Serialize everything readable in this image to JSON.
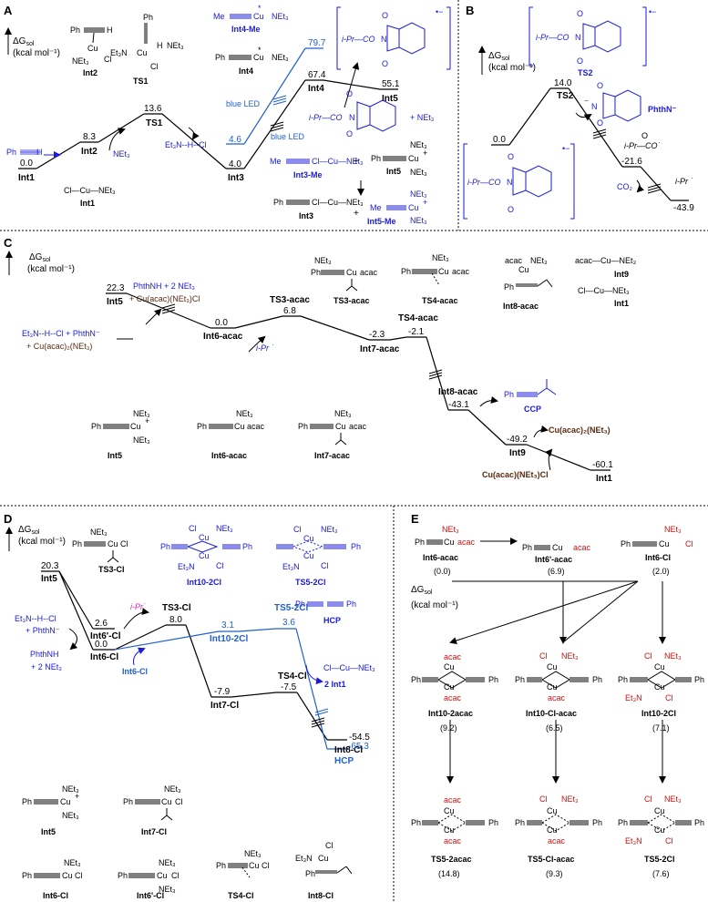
{
  "colors": {
    "black": "#000000",
    "blue": "#1a1ad9",
    "blue2": "#1f5fd0",
    "brown": "#5a2a10",
    "red": "#d01010",
    "magenta": "#e020c0"
  },
  "panelA": {
    "letter": "A",
    "axis": {
      "line1": "ΔG",
      "sub": "sol",
      "line2": "(kcal mol⁻¹)"
    },
    "levels": {
      "int1": {
        "v": "0.0",
        "n": "Int1"
      },
      "int2": {
        "v": "8.3",
        "n": "Int2"
      },
      "ts1": {
        "v": "13.6",
        "n": "TS1"
      },
      "int3": {
        "v": "4.0",
        "n": "Int3"
      },
      "int3me": {
        "v": "4.6",
        "n": "Int3-Me"
      },
      "int4": {
        "v": "67.4",
        "n": "Int4"
      },
      "int4me": {
        "v": "79.7",
        "n": "Int4-Me"
      },
      "int5": {
        "v": "55.1",
        "n": "Int5"
      }
    },
    "labels": {
      "phenylacetylene": "Ph",
      "h": "H",
      "net3": "NEt₃",
      "et3nhcl": "Et₃N--H--Cl",
      "blueLed": "blue LED",
      "iprco": "i-Pr—CO",
      "plusNet3": "+ NEt₃",
      "clcunet3": "Cl—Cu—NEt₃",
      "int1": "Int1",
      "int2": "Int2",
      "ts1": "TS1",
      "int3me": "Int3-Me",
      "int3": "Int3",
      "int4me": "Int4-Me",
      "int4": "Int4",
      "int5": "Int5",
      "int5me": "Int5-Me",
      "cu": "Cu",
      "cl": "Cl",
      "me": "Me",
      "star": "*",
      "plus": "+",
      "ph": "Ph",
      "et3n": "Et₃N",
      "dot": "•−"
    }
  },
  "panelB": {
    "letter": "B",
    "axis": {
      "line1": "ΔG",
      "sub": "sol",
      "line2": "(kcal mol⁻¹)"
    },
    "levels": {
      "start": "0.0",
      "ts2": "14.0",
      "rad": "-21.6",
      "end": "-43.9"
    },
    "labels": {
      "ts2": "TS2",
      "phthn": "PhthN⁻",
      "iprco": "i-Pr—CO",
      "iprcodot": "i-Pr—CO˙",
      "co2": "CO₂",
      "ipr": "i-Pr ˙",
      "dot": "•−"
    }
  },
  "panelC": {
    "letter": "C",
    "axis": {
      "line1": "ΔG",
      "sub": "sol",
      "line2": "(kcal mol⁻¹)"
    },
    "levels": {
      "int5": "22.3",
      "int6": "0.0",
      "ts3": "6.8",
      "int7": "-2.3",
      "ts4": "-2.1",
      "int8": "-43.1",
      "int9": "-49.2",
      "int1": "-60.1"
    },
    "labels": {
      "int5": "Int5",
      "int6": "Int6-acac",
      "ts3": "TS3-acac",
      "int7": "Int7-acac",
      "ts4": "TS4-acac",
      "int8": "Int8-acac",
      "int9": "Int9",
      "int1": "Int1",
      "phthnh": "PhthNH + 2 NEt₃",
      "cuacacnet3cl": "+ Cu(acac)(NEt₃)Cl",
      "et3n": "Et₃N--H--Cl + PhthN⁻",
      "cuacac2": "+ Cu(acac)₂(NEt₃)",
      "ipr": "i-Pr ˙",
      "ccp": "CCP",
      "cuacac2net3": "Cu(acac)₂(NEt₃)",
      "cuacacnet3clb": "Cu(acac)(NEt₃)Cl",
      "acaccunet3": "acac—Cu—NEt₃",
      "clcunet3": "Cl—Cu—NEt₃",
      "ph": "Ph",
      "cu": "Cu",
      "acac": "acac",
      "net3": "NEt₃",
      "plus": "+"
    }
  },
  "panelD": {
    "letter": "D",
    "axis": {
      "line1": "ΔG",
      "sub": "sol",
      "line2": "(kcal mol⁻¹)"
    },
    "levels": {
      "int5": "20.3",
      "int6p": "2.6",
      "int6": "0.0",
      "ts3": "8.0",
      "int10": "3.1",
      "ts5": "3.6",
      "int7": "-7.9",
      "ts4": "-7.5",
      "int8": "-54.5",
      "hcp": "-65.3"
    },
    "labels": {
      "int5": "Int5",
      "int6p": "Int6'-Cl",
      "int6": "Int6-Cl",
      "ts3": "TS3-Cl",
      "int10": "Int10-2Cl",
      "ts5": "TS5-2Cl",
      "int7": "Int7-Cl",
      "ts4": "TS4-Cl",
      "int8": "Int8-Cl",
      "hcp": "HCP",
      "et3n": "Et₃N--H--Cl",
      "phthn": "+ PhthN⁻",
      "phthnh": "PhthNH",
      "net3x2": "+ 2 NEt₃",
      "ipr": "i-Pr˙",
      "int6cl": "Int6-Cl",
      "clcunet3": "Cl—Cu—NEt₃",
      "twoint1": "2 Int1",
      "ph": "Ph",
      "cu": "Cu",
      "cl": "Cl",
      "net3": "NEt₃",
      "et3n2": "Et₃N",
      "plus": "+",
      "s_int5": "Int5",
      "s_int7": "Int7-Cl",
      "s_int6": "Int6-Cl",
      "s_int6p": "Int6'-Cl",
      "s_ts4": "TS4-Cl",
      "s_int8": "Int8-Cl",
      "s_ts3": "TS3-Cl",
      "s_int10": "Int10-2Cl",
      "s_ts5": "TS5-2Cl",
      "s_hcp": "HCP"
    }
  },
  "panelE": {
    "letter": "E",
    "axis": {
      "line1": "ΔG",
      "sub": "sol",
      "line2": "(kcal mol⁻¹)"
    },
    "items": {
      "int6acac": {
        "n": "Int6-acac",
        "v": "(0.0)"
      },
      "int6pacac": {
        "n": "Int6'-acac",
        "v": "(6.9)"
      },
      "int6cl": {
        "n": "Int6-Cl",
        "v": "(2.0)"
      },
      "int10acac": {
        "n": "Int10-2acac",
        "v": "(9.2)"
      },
      "int10clacac": {
        "n": "Int10-Cl-acac",
        "v": "(6.5)"
      },
      "int102cl": {
        "n": "Int10-2Cl",
        "v": "(7.1)"
      },
      "ts52acac": {
        "n": "TS5-2acac",
        "v": "(14.8)"
      },
      "ts5clacac": {
        "n": "TS5-Cl-acac",
        "v": "(9.3)"
      },
      "ts52cl": {
        "n": "TS5-2Cl",
        "v": "(7.6)"
      }
    },
    "labels": {
      "ph": "Ph",
      "cu": "Cu",
      "acac": "acac",
      "net3": "NEt₃",
      "cl": "Cl",
      "et3n": "Et₃N"
    }
  }
}
